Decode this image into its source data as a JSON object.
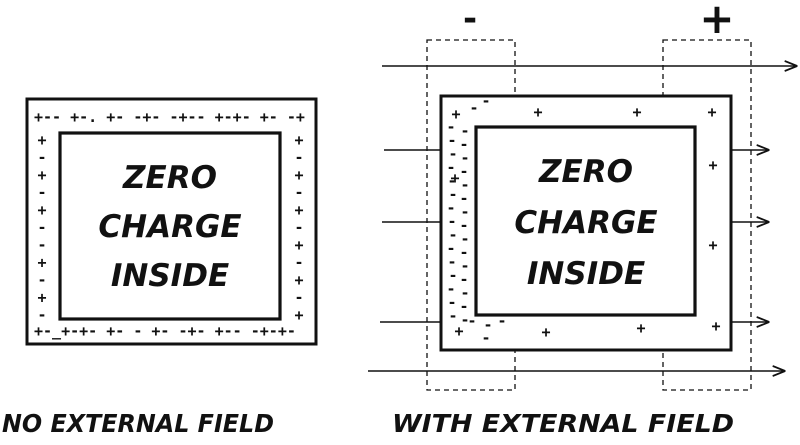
{
  "colors": {
    "ink": "#111111",
    "background": "#ffffff"
  },
  "left_panel": {
    "inner_text": [
      "ZERO",
      "CHARGE",
      "INSIDE"
    ],
    "caption": "NO EXTERNAL FIELD",
    "top_charges": "+-- +-. +- -+- -+-- +-+- +- -+",
    "bottom_charges": "+-_+-+- +- - +- -+- +-- -+-+-",
    "left_charges": [
      "+",
      "-",
      "+",
      "-",
      "+",
      "-",
      "-",
      "+",
      "-",
      "+",
      "-"
    ],
    "right_charges": [
      "+",
      "-",
      "+",
      "-",
      "+",
      "-",
      "+",
      "-",
      "+",
      "-",
      "+"
    ]
  },
  "right_panel": {
    "inner_text": [
      "ZERO",
      "CHARGE",
      "INSIDE"
    ],
    "caption": "WITH EXTERNAL FIELD",
    "negative_sign": "-",
    "positive_sign": "+",
    "positive_charge": "+",
    "negative_charge": "-"
  }
}
